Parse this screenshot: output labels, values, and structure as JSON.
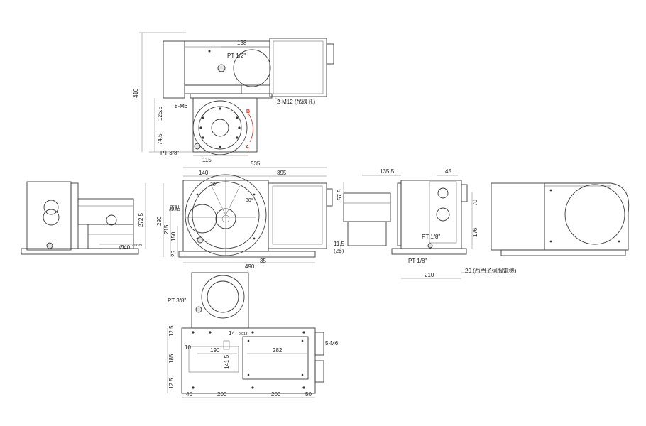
{
  "top_view": {
    "dims": [
      "138",
      "410",
      "125.5",
      "74.5",
      "115"
    ],
    "labels": [
      "PT 1/2\"",
      "8-M6",
      "PT 3/8\"",
      "2-M12 (吊環孔)"
    ],
    "rotation": [
      "B",
      "A"
    ]
  },
  "front_view": {
    "dims": [
      "535",
      "140",
      "395",
      "490",
      "290",
      "215",
      "150",
      "25",
      "35"
    ],
    "labels": [
      "原點"
    ],
    "angles": [
      "30°",
      "30°"
    ]
  },
  "left_view": {
    "dims": [
      "272.5",
      "Ø40"
    ],
    "tolerance": "-0.025"
  },
  "side_view": {
    "dims": [
      "135.5",
      "45",
      "57.5",
      "70",
      "176",
      "11.5",
      "(28)",
      "210"
    ],
    "labels": [
      "PT 1/8\"",
      "PT 1/8\"",
      "20 (西門子伺服電機)"
    ]
  },
  "bottom_view": {
    "dims": [
      "14",
      "12.5",
      "10",
      "190",
      "282",
      "185",
      "141.5",
      "12.5",
      "40",
      "200",
      "200",
      "50"
    ],
    "labels": [
      "PT 3/8\"",
      "5-M6"
    ],
    "tolerance": "0.018"
  },
  "colors": {
    "line": "#3a3a3a",
    "rotation_mark": "#c0392b"
  }
}
